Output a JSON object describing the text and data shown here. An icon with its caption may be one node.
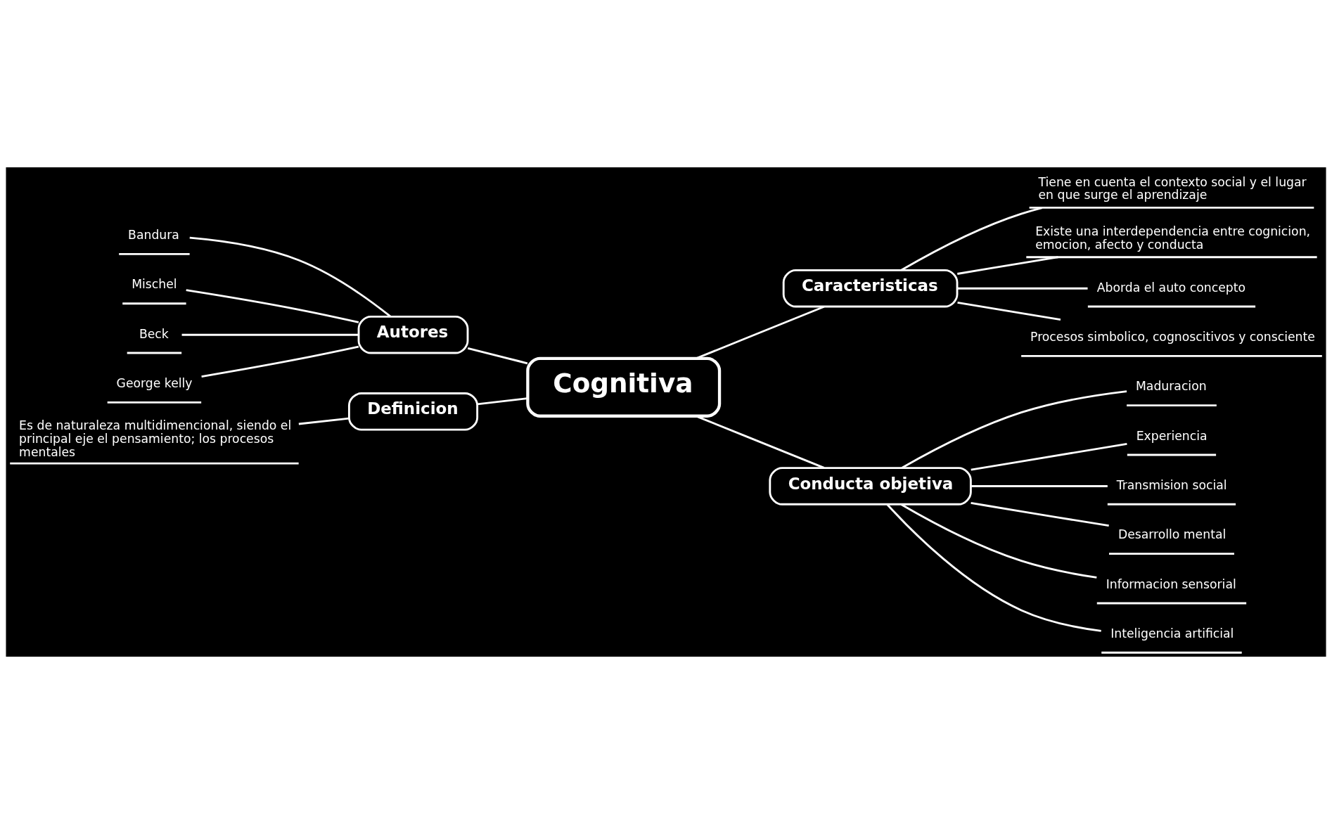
{
  "diagram": {
    "nodes": [
      {
        "text": [
          "Cognitiva"
        ]
      },
      {
        "text": [
          "Autores"
        ]
      },
      {
        "text": [
          "Bandura"
        ]
      },
      {
        "text": [
          "Mischel"
        ]
      },
      {
        "text": [
          "Beck"
        ]
      },
      {
        "text": [
          "George kelly"
        ]
      },
      {
        "text": [
          "Definicion"
        ]
      },
      {
        "text": [
          "Es de naturaleza multidimencional, siendo el principal eje el pensamiento; los procesos mentales"
        ]
      },
      {
        "text": [
          "Caracteristicas"
        ]
      },
      {
        "text": [
          "Tiene en cuenta el contexto social y el lugar en que surge el aprendizaje"
        ]
      },
      {
        "text": [
          "Existe una interdependencia entre cognicion, emocion, afecto y conducta"
        ]
      },
      {
        "text": [
          "Aborda el auto concepto"
        ]
      },
      {
        "text": [
          "Procesos simbolico, cognoscitivos y consciente"
        ]
      },
      {
        "text": [
          "Conducta objetiva"
        ]
      },
      {
        "text": [
          "Maduracion"
        ]
      },
      {
        "text": [
          "Experiencia"
        ]
      },
      {
        "text": [
          "Transmision social"
        ]
      },
      {
        "text": [
          "Desarrollo mental"
        ]
      },
      {
        "text": [
          "Informacion sensorial"
        ]
      },
      {
        "text": [
          "Inteligencia artificial"
        ]
      }
    ],
    "edges": [
      {
        "from": 1,
        "to": 0,
        "arrow": "none"
      },
      {
        "from": 2,
        "to": 1,
        "arrow": "none"
      },
      {
        "from": 3,
        "to": 1,
        "arrow": "none"
      },
      {
        "from": 4,
        "to": 1,
        "arrow": "none"
      },
      {
        "from": 5,
        "to": 1,
        "arrow": "none"
      },
      {
        "from": 6,
        "to": 0,
        "arrow": "none"
      },
      {
        "from": 7,
        "to": 6,
        "arrow": "none"
      },
      {
        "from": 0,
        "to": 8,
        "arrow": "none"
      },
      {
        "from": 8,
        "to": 9,
        "arrow": "none"
      },
      {
        "from": 8,
        "to": 10,
        "arrow": "none"
      },
      {
        "from": 8,
        "to": 11,
        "arrow": "none"
      },
      {
        "from": 8,
        "to": 12,
        "arrow": "none"
      },
      {
        "from": 0,
        "to": 13,
        "arrow": "none"
      },
      {
        "from": 13,
        "to": 14,
        "arrow": "none"
      },
      {
        "from": 13,
        "to": 15,
        "arrow": "none"
      },
      {
        "from": 13,
        "to": 16,
        "arrow": "none"
      },
      {
        "from": 13,
        "to": 17,
        "arrow": "none"
      },
      {
        "from": 13,
        "to": 18,
        "arrow": "none"
      },
      {
        "from": 13,
        "to": 19,
        "arrow": "none"
      }
    ]
  }
}
